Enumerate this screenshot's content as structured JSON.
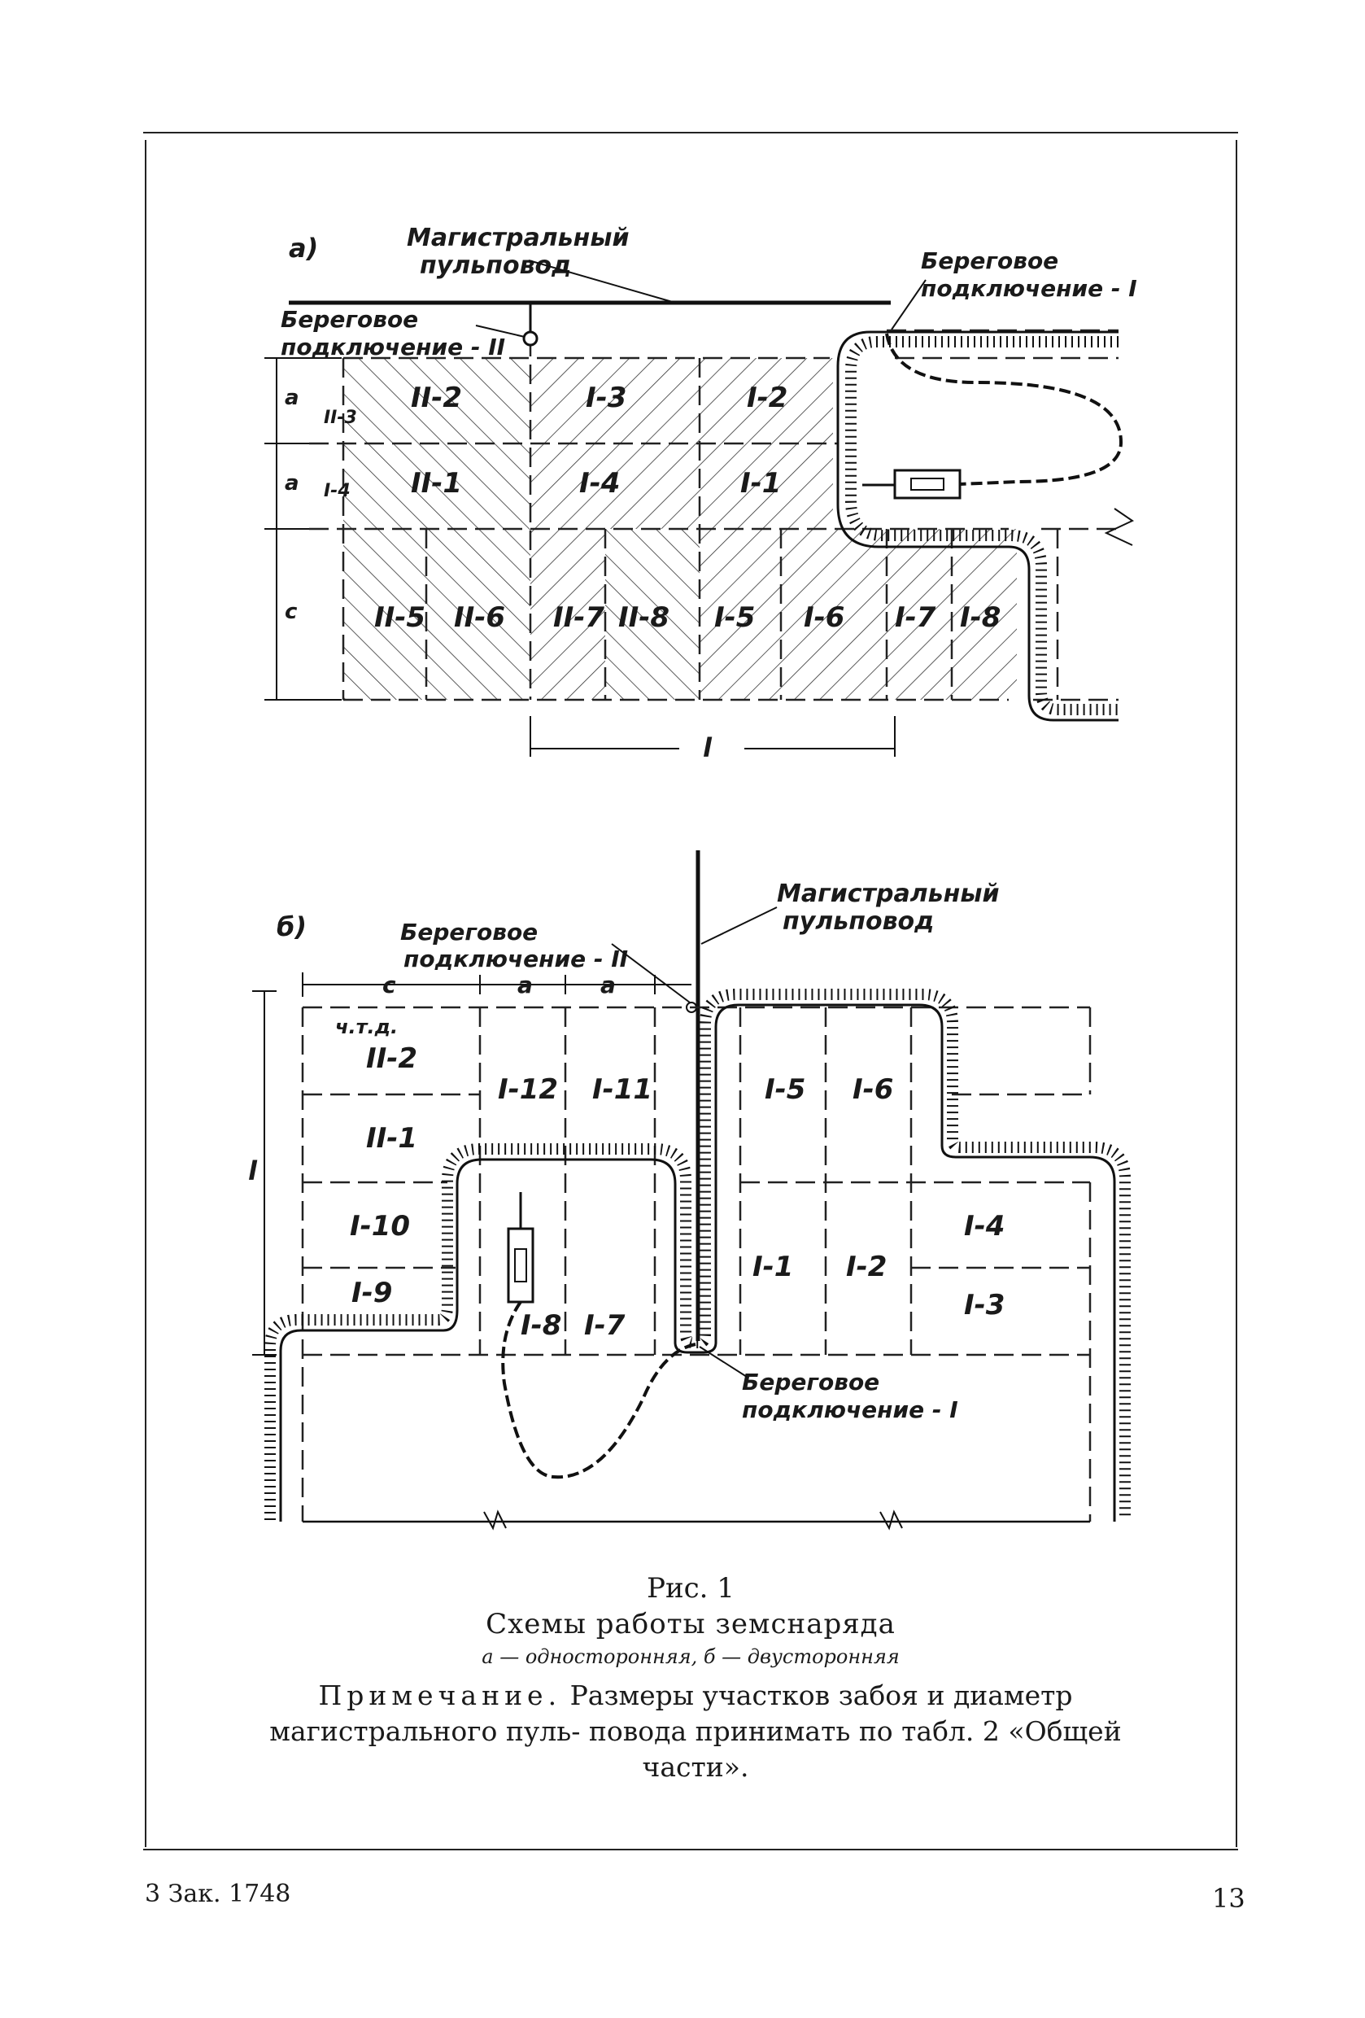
{
  "diagram_a": {
    "tag": "а)",
    "main_pipe": [
      "Магистральный",
      "пульповод"
    ],
    "shore_2": [
      "Береговое",
      "подключение - II"
    ],
    "shore_1": [
      "Береговое",
      "подключение - I"
    ],
    "dim_a1": "а",
    "dim_a2": "а",
    "dim_c": "с",
    "dim_l": "l",
    "side_codes": [
      "II-3",
      "I-4"
    ],
    "cells": [
      "II-2",
      "I-3",
      "I-2",
      "II-1",
      "I-4",
      "I-1",
      "II-5",
      "II-6",
      "II-7",
      "II-8",
      "I-5",
      "I-6",
      "I-7",
      "I-8"
    ]
  },
  "diagram_b": {
    "tag": "б)",
    "main_pipe": [
      "Магистральный",
      "пульповод"
    ],
    "shore_2": [
      "Береговое",
      "подключение - II"
    ],
    "shore_1": [
      "Береговое",
      "подключение - I"
    ],
    "dim_c": "с",
    "dim_a1": "а",
    "dim_a2": "а",
    "dim_l": "l",
    "etc": "ч.т.д.",
    "cells": [
      "II-2",
      "I-12",
      "I-11",
      "I-5",
      "I-6",
      "II-1",
      "I-10",
      "I-4",
      "I-1",
      "I-2",
      "I-9",
      "I-8",
      "I-7",
      "I-3"
    ]
  },
  "caption": {
    "title": "Рис. 1",
    "subtitle": "Схемы работы земснаряда",
    "legend": "а — односторонняя,   б — двусторонняя",
    "note_head": "Примечание.",
    "note_body": " Размеры участков забоя и диаметр магистрального пуль- повода принимать по табл. 2 «Общей части»."
  },
  "footer": {
    "left": "3   Зак.  1748",
    "right": "13"
  }
}
